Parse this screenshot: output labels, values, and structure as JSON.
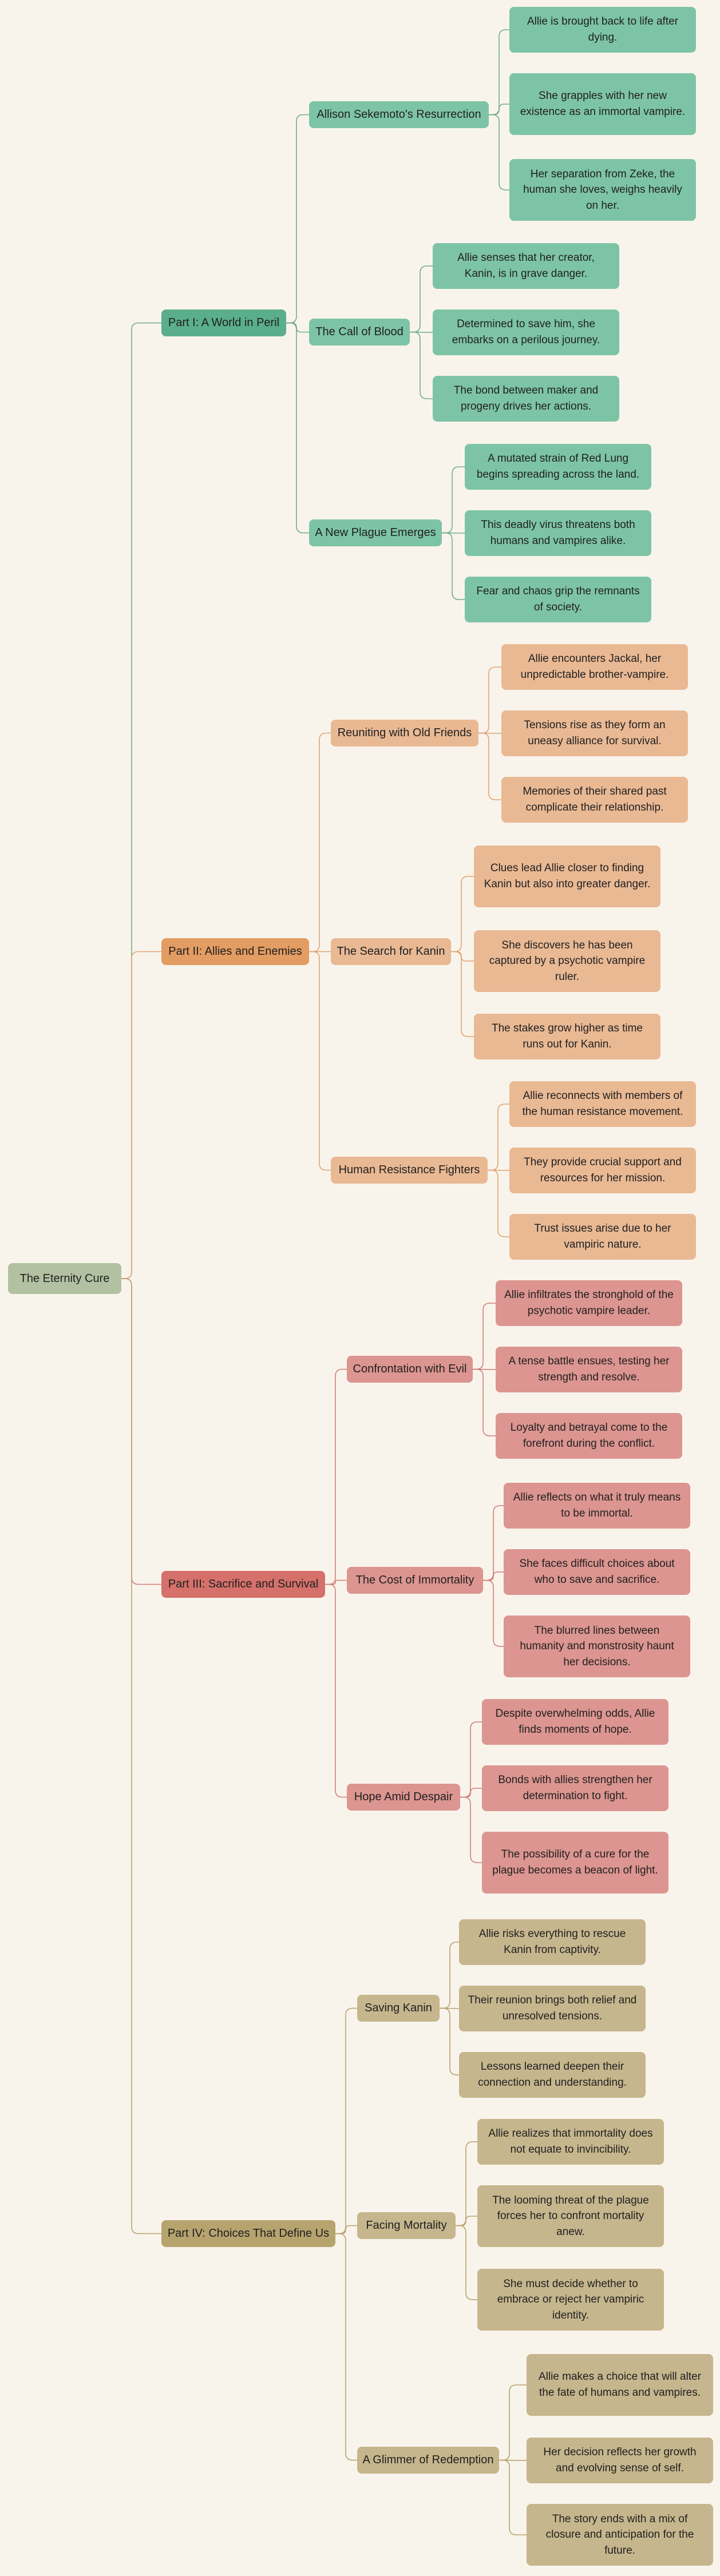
{
  "root": {
    "label": "The Eternity Cure",
    "color": "#b2c1a1"
  },
  "parts": [
    {
      "label": "Part I: A World in Peril",
      "part_color": "#5aae8b",
      "node_color": "#7dc4a6",
      "line_color": "#6fae8a",
      "chapters": [
        {
          "label": "Allison Sekemoto's Resurrection",
          "leaves": [
            "Allie is brought back to life after dying.",
            "She grapples with her new existence as an immortal vampire.",
            "Her separation from Zeke, the human she loves, weighs heavily on her."
          ]
        },
        {
          "label": "The Call of Blood",
          "leaves": [
            "Allie senses that her creator, Kanin, is in grave danger.",
            "Determined to save him, she embarks on a perilous journey.",
            "The bond between maker and progeny drives her actions."
          ]
        },
        {
          "label": "A New Plague Emerges",
          "leaves": [
            "A mutated strain of Red Lung begins spreading across the land.",
            "This deadly virus threatens both humans and vampires alike.",
            "Fear and chaos grip the remnants of society."
          ]
        }
      ]
    },
    {
      "label": "Part II: Allies and Enemies",
      "part_color": "#e39c62",
      "node_color": "#e9b994",
      "line_color": "#e0a477",
      "chapters": [
        {
          "label": "Reuniting with Old Friends",
          "leaves": [
            "Allie encounters Jackal, her unpredictable brother-vampire.",
            "Tensions rise as they form an uneasy alliance for survival.",
            "Memories of their shared past complicate their relationship."
          ]
        },
        {
          "label": "The Search for Kanin",
          "leaves": [
            "Clues lead Allie closer to finding Kanin but also into greater danger.",
            "She discovers he has been captured by a psychotic vampire ruler.",
            "The stakes grow higher as time runs out for Kanin."
          ]
        },
        {
          "label": "Human Resistance Fighters",
          "leaves": [
            "Allie reconnects with members of the human resistance movement.",
            "They provide crucial support and resources for her mission.",
            "Trust issues arise due to her vampiric nature."
          ]
        }
      ]
    },
    {
      "label": "Part III: Sacrifice and Survival",
      "part_color": "#d5706a",
      "node_color": "#dc9590",
      "line_color": "#cf7f78",
      "chapters": [
        {
          "label": "Confrontation with Evil",
          "leaves": [
            "Allie infiltrates the stronghold of the psychotic vampire leader.",
            "A tense battle ensues, testing her strength and resolve.",
            "Loyalty and betrayal come to the forefront during the conflict."
          ]
        },
        {
          "label": "The Cost of Immortality",
          "leaves": [
            "Allie reflects on what it truly means to be immortal.",
            "She faces difficult choices about who to save and sacrifice.",
            "The blurred lines between humanity and monstrosity haunt her decisions."
          ]
        },
        {
          "label": "Hope Amid Despair",
          "leaves": [
            "Despite overwhelming odds, Allie finds moments of hope.",
            "Bonds with allies strengthen her determination to fight.",
            "The possibility of a cure for the plague becomes a beacon of light."
          ]
        }
      ]
    },
    {
      "label": "Part IV: Choices That Define Us",
      "part_color": "#b6a36e",
      "node_color": "#c6b68d",
      "line_color": "#b8a26f",
      "chapters": [
        {
          "label": "Saving Kanin",
          "leaves": [
            "Allie risks everything to rescue Kanin from captivity.",
            "Their reunion brings both relief and unresolved tensions.",
            "Lessons learned deepen their connection and understanding."
          ]
        },
        {
          "label": "Facing Mortality",
          "leaves": [
            "Allie realizes that immortality does not equate to invincibility.",
            "The looming threat of the plague forces her to confront mortality anew.",
            "She must decide whether to embrace or reject her vampiric identity."
          ]
        },
        {
          "label": "A Glimmer of Redemption",
          "leaves": [
            "Allie makes a choice that will alter the fate of humans and vampires.",
            "Her decision reflects her growth and evolving sense of self.",
            "The story ends with a mix of closure and anticipation for the future."
          ]
        }
      ]
    }
  ]
}
